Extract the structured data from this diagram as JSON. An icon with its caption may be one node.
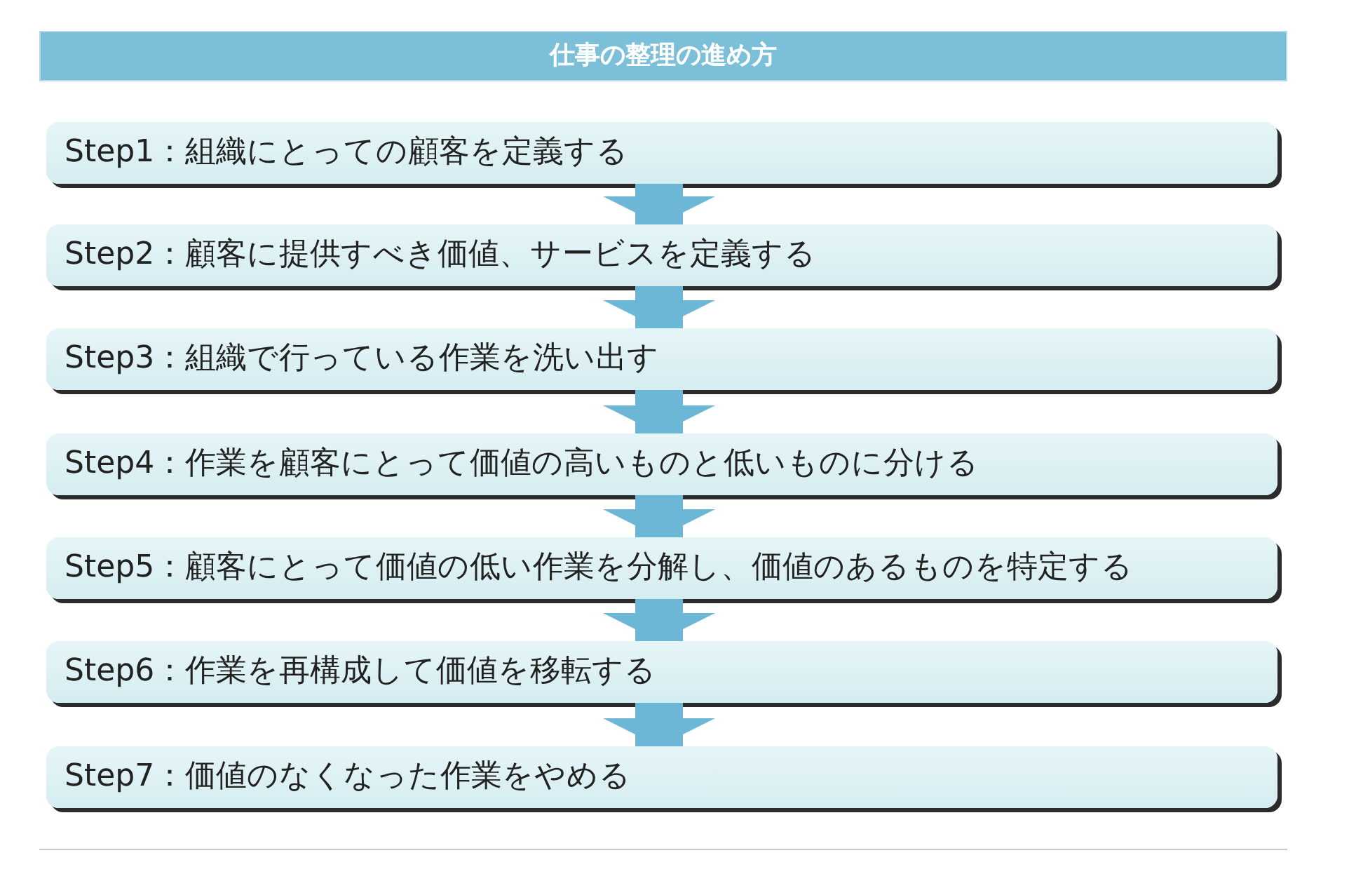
{
  "diagram": {
    "title": "仕事の整理の進め方",
    "nodes": [
      {
        "text": [
          "Step1：組織にとっての顧客を定義する"
        ]
      },
      {
        "text": [
          "Step2：顧客に提供すべき価値、サービスを定義する"
        ]
      },
      {
        "text": [
          "Step3：組織で行っている作業を洗い出す"
        ]
      },
      {
        "text": [
          "Step4：作業を顧客にとって価値の高いものと低いものに分ける"
        ]
      },
      {
        "text": [
          "Step5：顧客にとって価値の低い作業を分解し、価値のあるものを特定する"
        ]
      },
      {
        "text": [
          "Step6：作業を再構成して価値を移転する"
        ]
      },
      {
        "text": [
          "Step7：価値のなくなった作業をやめる"
        ]
      }
    ],
    "edges": [
      {
        "from": 0,
        "to": 1,
        "arrow": "to"
      },
      {
        "from": 1,
        "to": 2,
        "arrow": "to"
      },
      {
        "from": 2,
        "to": 3,
        "arrow": "to"
      },
      {
        "from": 3,
        "to": 4,
        "arrow": "to"
      },
      {
        "from": 4,
        "to": 5,
        "arrow": "to"
      },
      {
        "from": 5,
        "to": 6,
        "arrow": "to"
      }
    ]
  }
}
